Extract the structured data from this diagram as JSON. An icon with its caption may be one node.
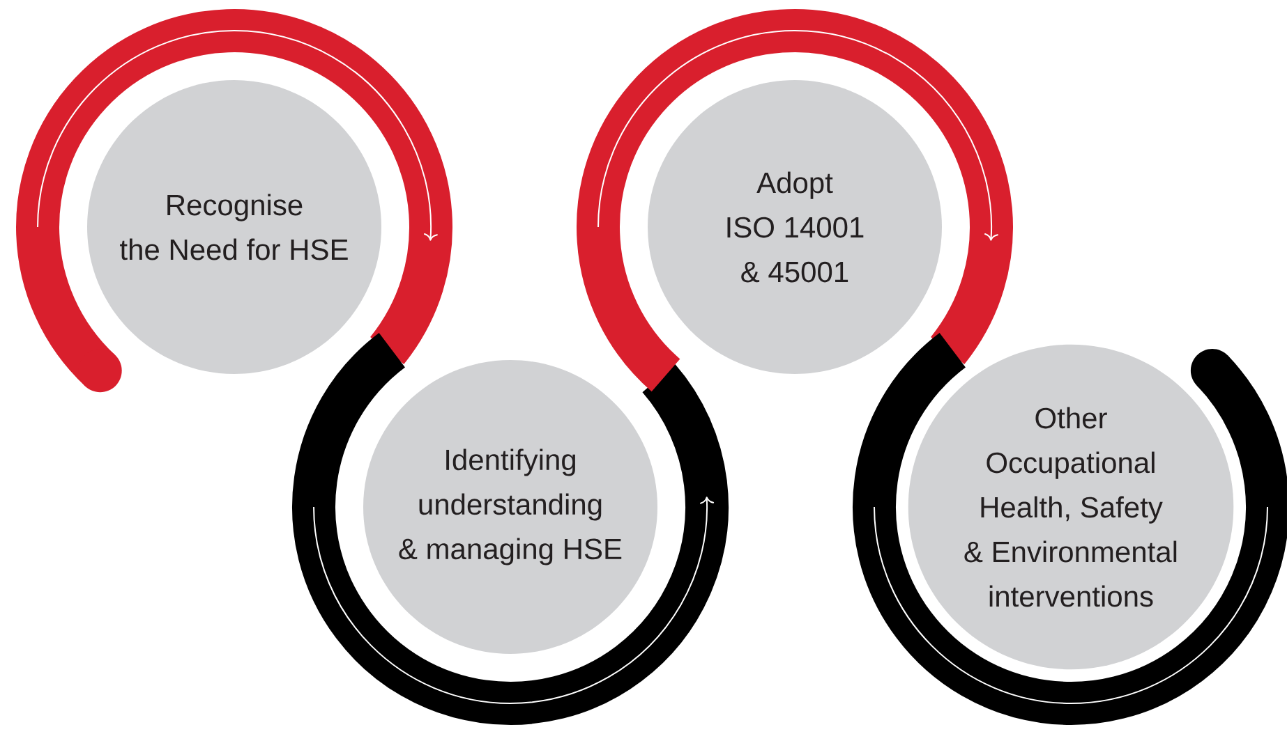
{
  "diagram": {
    "nodes": [
      {
        "text": [
          "Recognise the Need for HSE"
        ]
      },
      {
        "text": [
          "Identifying understanding & managing HSE"
        ]
      },
      {
        "text": [
          "Adopt ISO 14001 & 45001"
        ]
      },
      {
        "text": [
          "Other Occupational Health, Safety & Environmental interventions"
        ]
      }
    ]
  }
}
